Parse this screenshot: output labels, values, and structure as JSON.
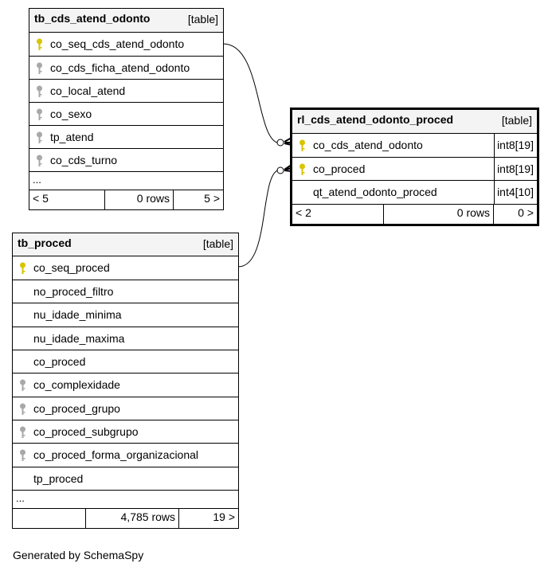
{
  "tables": {
    "tb_cds_atend_odonto": {
      "name": "tb_cds_atend_odonto",
      "type": "[table]",
      "columns": [
        {
          "name": "co_seq_cds_atend_odonto",
          "key": "primary"
        },
        {
          "name": "co_cds_ficha_atend_odonto",
          "key": "index"
        },
        {
          "name": "co_local_atend",
          "key": "index"
        },
        {
          "name": "co_sexo",
          "key": "index"
        },
        {
          "name": "tp_atend",
          "key": "index"
        },
        {
          "name": "co_cds_turno",
          "key": "index"
        }
      ],
      "more": "...",
      "footer": {
        "parents": "< 5",
        "rows": "0 rows",
        "children": "5 >"
      }
    },
    "tb_proced": {
      "name": "tb_proced",
      "type": "[table]",
      "columns": [
        {
          "name": "co_seq_proced",
          "key": "primary"
        },
        {
          "name": "no_proced_filtro",
          "key": "none"
        },
        {
          "name": "nu_idade_minima",
          "key": "none"
        },
        {
          "name": "nu_idade_maxima",
          "key": "none"
        },
        {
          "name": "co_proced",
          "key": "none"
        },
        {
          "name": "co_complexidade",
          "key": "index"
        },
        {
          "name": "co_proced_grupo",
          "key": "index"
        },
        {
          "name": "co_proced_subgrupo",
          "key": "index"
        },
        {
          "name": "co_proced_forma_organizacional",
          "key": "index"
        },
        {
          "name": "tp_proced",
          "key": "none"
        }
      ],
      "more": "...",
      "footer": {
        "parents": "",
        "rows": "4,785 rows",
        "children": "19 >"
      }
    },
    "rl_cds_atend_odonto_proced": {
      "name": "rl_cds_atend_odonto_proced",
      "type": "[table]",
      "columns": [
        {
          "name": "co_cds_atend_odonto",
          "key": "primary",
          "type": "int8[19]"
        },
        {
          "name": "co_proced",
          "key": "primary",
          "type": "int8[19]"
        },
        {
          "name": "qt_atend_odonto_proced",
          "key": "none",
          "type": "int4[10]"
        }
      ],
      "footer": {
        "parents": "< 2",
        "rows": "0 rows",
        "children": "0 >"
      }
    }
  },
  "colors": {
    "primary_key": "#d8c400",
    "index_key": "#a8a8a8",
    "header_bg": "#f4f4f4"
  },
  "generated_by": "Generated by SchemaSpy"
}
